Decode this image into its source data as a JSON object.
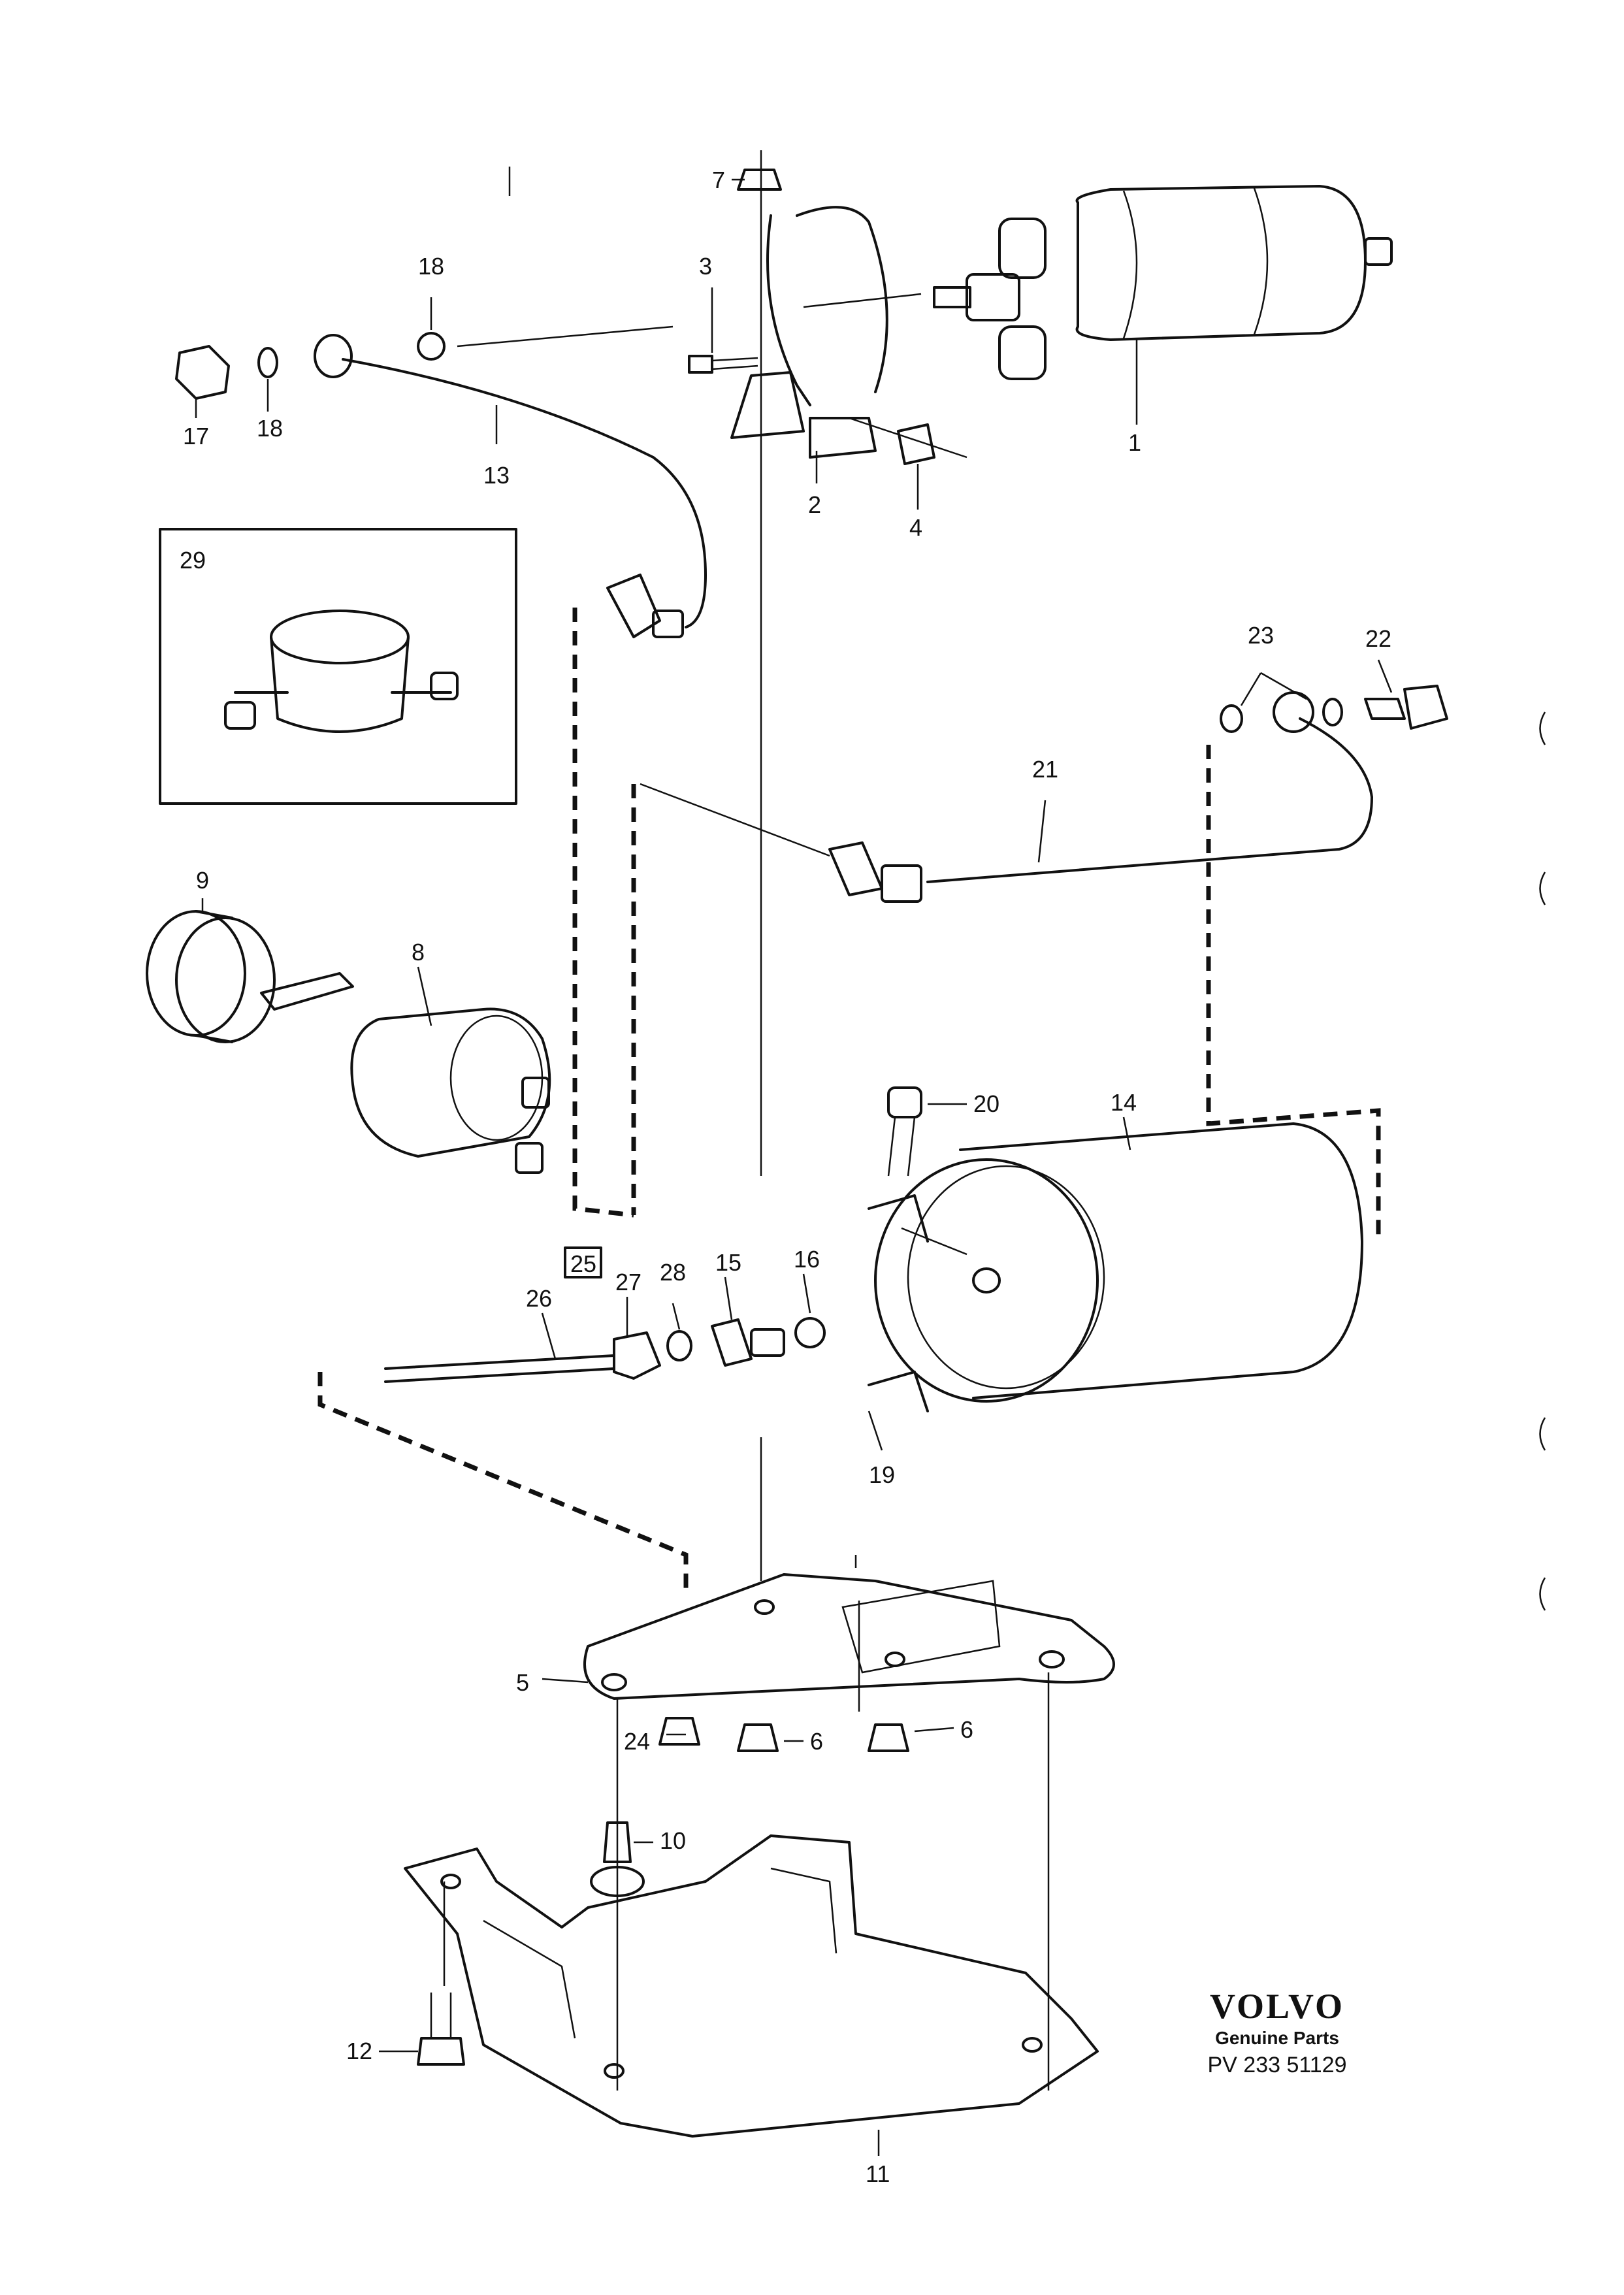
{
  "brand": {
    "name": "VOLVO",
    "subtitle": "Genuine Parts",
    "code": "PV 233 51129"
  },
  "callouts": {
    "c1": "1",
    "c2": "2",
    "c3": "3",
    "c4": "4",
    "c5": "5",
    "c6a": "6",
    "c6b": "6",
    "c7": "7",
    "c8": "8",
    "c9": "9",
    "c10": "10",
    "c11": "11",
    "c12": "12",
    "c13": "13",
    "c14": "14",
    "c15": "15",
    "c16": "16",
    "c17": "17",
    "c18a": "18",
    "c18b": "18",
    "c19": "19",
    "c20": "20",
    "c21": "21",
    "c22": "22",
    "c23": "23",
    "c24": "24",
    "c25": "25",
    "c26": "26",
    "c27": "27",
    "c28": "28",
    "c29": "29"
  }
}
